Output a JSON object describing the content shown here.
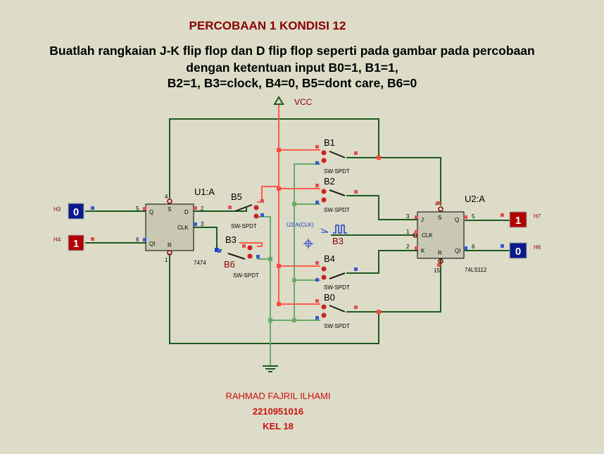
{
  "title": "PERCOBAAN 1 KONDISI 12",
  "instructions": {
    "line1": "Buatlah rangkaian J-K flip flop dan D flip flop seperti pada gambar pada percobaan",
    "line2": "dengan ketentuan input B0=1, B1=1,",
    "line3": "B2=1, B3=clock, B4=0, B5=dont  care, B6=0"
  },
  "power": {
    "vcc_label": "VCC"
  },
  "u1": {
    "name": "U1:A",
    "part": "7474",
    "pin_s": "S",
    "pin_r": "R",
    "pin_q": "Q",
    "pin_qi": "QI",
    "pin_d": "D",
    "pin_clk": "CLK",
    "num_4": "4",
    "num_1": "1",
    "num_5": "5",
    "num_6": "6",
    "num_2": "2",
    "num_3": "3"
  },
  "u2": {
    "name": "U2:A",
    "part": "74LS112",
    "pin_j": "J",
    "pin_s": "S",
    "pin_q": "Q",
    "pin_clk": "CLK",
    "pin_k": "K",
    "pin_r": "R",
    "pin_qi": "QI",
    "num_4": "4",
    "num_3": "3",
    "num_5": "5",
    "num_1": "1",
    "num_2": "2",
    "num_6": "6",
    "num_15": "15"
  },
  "switches": {
    "b1": {
      "label": "B1",
      "type": "SW-SPDT"
    },
    "b2": {
      "label": "B2",
      "type": "SW-SPDT"
    },
    "b4": {
      "label": "B4",
      "type": "SW-SPDT"
    },
    "b0": {
      "label": "B0",
      "type": "SW-SPDT"
    },
    "b5": {
      "label": "B5",
      "type": "SW-SPDT"
    },
    "b3": {
      "label": "B3",
      "label2": "B6",
      "type": "SW-SPDT"
    }
  },
  "clock": {
    "name": "U2:A(CLK)",
    "label": "B3"
  },
  "probes": {
    "h3": {
      "label": "H3",
      "value": "0"
    },
    "h4": {
      "label": "H4",
      "value": "1"
    },
    "h7": {
      "label": "H7",
      "value": "1"
    },
    "h6": {
      "label": "H6",
      "value": "0"
    }
  },
  "author": {
    "name": "RAHMAD FAJRIL  ILHAMI",
    "id": "2210951016",
    "group": "KEL 18"
  },
  "colors": {
    "background": "#dcdcc8",
    "wire_dark": "#1e5a1e",
    "wire_high": "#ff5a4a",
    "wire_low": "#6aaa6a",
    "component": "#8b0000",
    "probe_high": "#b00000",
    "probe_low": "#0a1a8c"
  }
}
